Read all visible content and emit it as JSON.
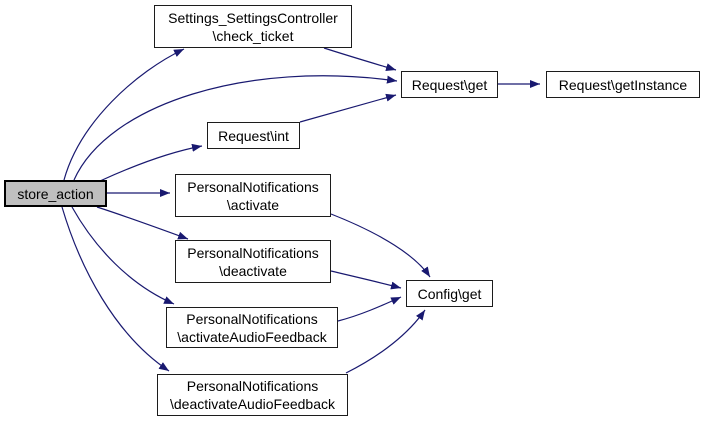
{
  "diagram": {
    "type": "call-graph",
    "edge_color": "#191970",
    "node_fill": "#ffffff",
    "node_border_color": "#1c1c1c",
    "highlight_fill": "#bfbfbf",
    "nodes": {
      "store_action": {
        "line1": "store_action"
      },
      "check_ticket": {
        "line1": "Settings_SettingsController",
        "line2": "\\check_ticket"
      },
      "request_get": {
        "line1": "Request\\get"
      },
      "request_get_instance": {
        "line1": "Request\\getInstance"
      },
      "request_int": {
        "line1": "Request\\int"
      },
      "pn_activate": {
        "line1": "PersonalNotifications",
        "line2": "\\activate"
      },
      "pn_deactivate": {
        "line1": "PersonalNotifications",
        "line2": "\\deactivate"
      },
      "pn_activate_audio": {
        "line1": "PersonalNotifications",
        "line2": "\\activateAudioFeedback"
      },
      "pn_deactivate_audio": {
        "line1": "PersonalNotifications",
        "line2": "\\deactivateAudioFeedback"
      },
      "config_get": {
        "line1": "Config\\get"
      }
    },
    "edges": [
      {
        "from": "store_action",
        "to": "check_ticket"
      },
      {
        "from": "store_action",
        "to": "request_get"
      },
      {
        "from": "store_action",
        "to": "request_int"
      },
      {
        "from": "store_action",
        "to": "pn_activate"
      },
      {
        "from": "store_action",
        "to": "pn_deactivate"
      },
      {
        "from": "store_action",
        "to": "pn_activate_audio"
      },
      {
        "from": "store_action",
        "to": "pn_deactivate_audio"
      },
      {
        "from": "check_ticket",
        "to": "request_get"
      },
      {
        "from": "request_int",
        "to": "request_get"
      },
      {
        "from": "request_get",
        "to": "request_get_instance"
      },
      {
        "from": "pn_activate",
        "to": "config_get"
      },
      {
        "from": "pn_deactivate",
        "to": "config_get"
      },
      {
        "from": "pn_activate_audio",
        "to": "config_get"
      },
      {
        "from": "pn_deactivate_audio",
        "to": "config_get"
      }
    ]
  }
}
